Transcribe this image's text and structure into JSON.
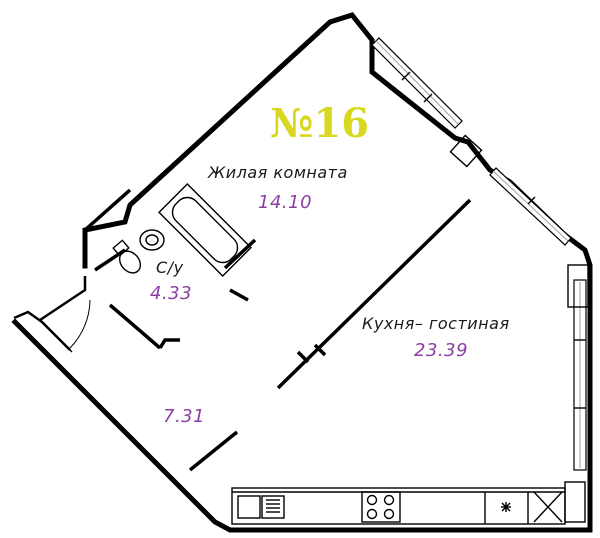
{
  "apartment_label": "№16",
  "rooms": [
    {
      "name": "Жилая  комната",
      "area": "14.10"
    },
    {
      "name": "С/у",
      "area": "4.33"
    },
    {
      "name": "Кухня– гостиная",
      "area": "23.39"
    },
    {
      "name": "",
      "area": "7.31"
    }
  ],
  "colors": {
    "apartment_label": "#d8d820",
    "area_text": "#8c3fa3",
    "walls": "#000000"
  }
}
